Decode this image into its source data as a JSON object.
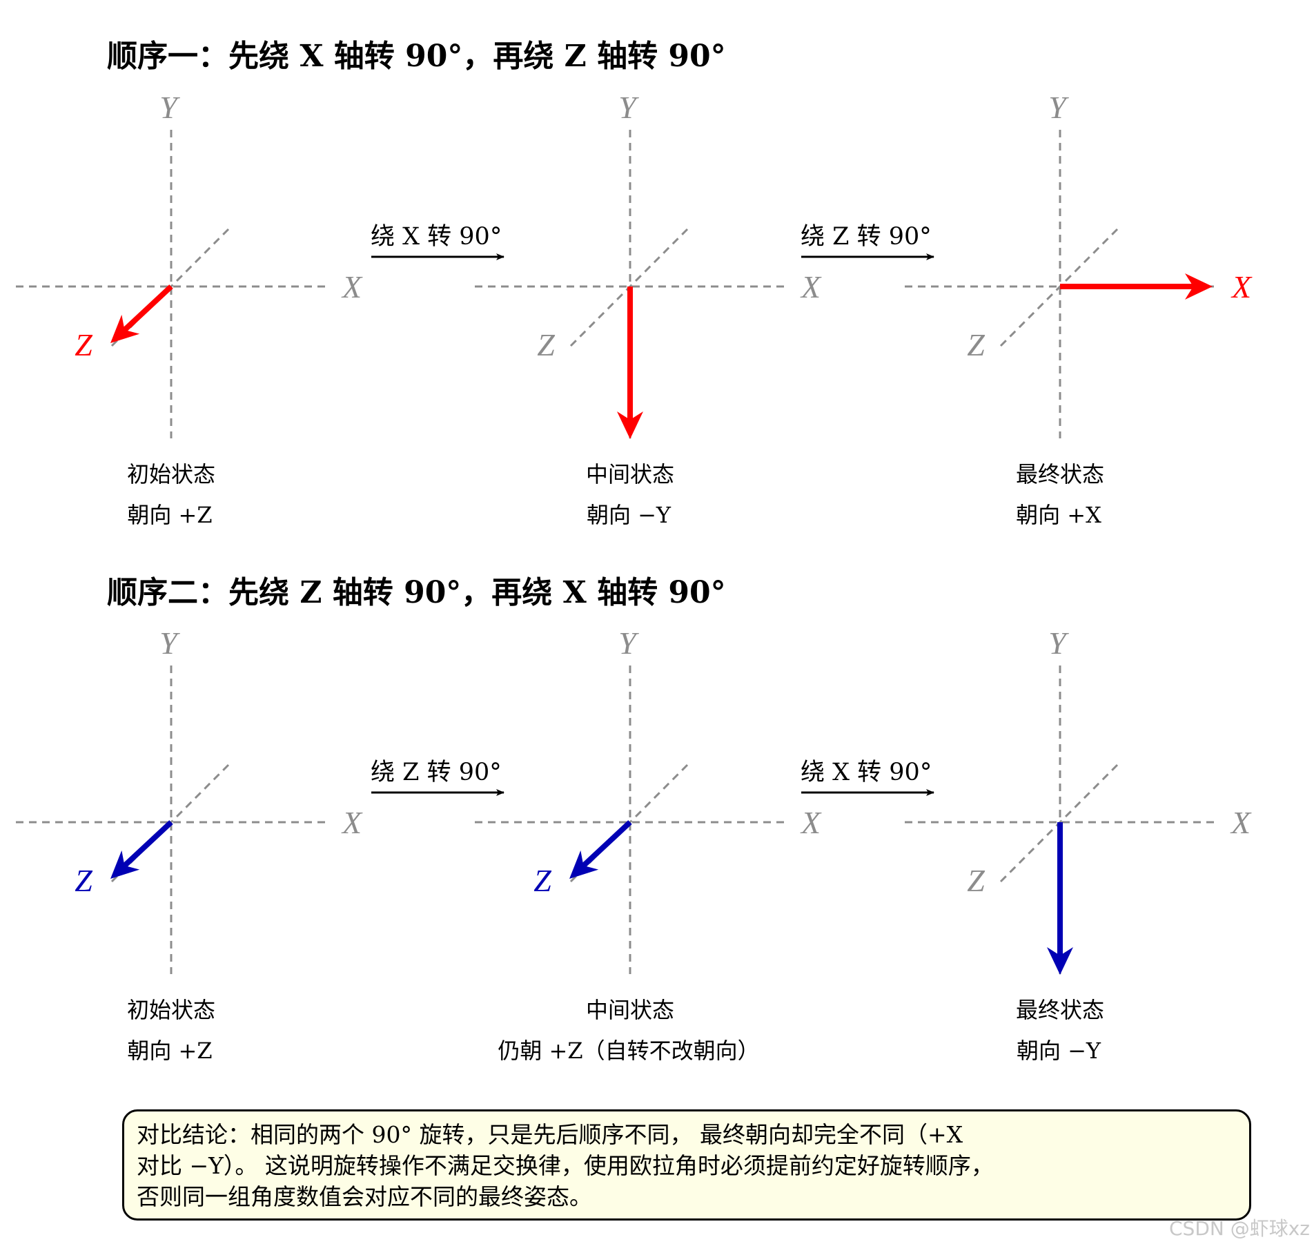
{
  "sequence1": {
    "title": "顺序一：先绕 X 轴转 90°，再绕 Z 轴转 90°",
    "vector_color": "#ff0000",
    "step1": "绕 X 转 90°",
    "step2": "绕 Z 转 90°",
    "panels": [
      {
        "state": "初始状态",
        "facing": "朝向 +Z",
        "vector": "+Z"
      },
      {
        "state": "中间状态",
        "facing": "朝向 −Y",
        "vector": "-Y"
      },
      {
        "state": "最终状态",
        "facing": "朝向 +X",
        "vector": "+X"
      }
    ]
  },
  "sequence2": {
    "title": "顺序二：先绕 Z 轴转 90°，再绕 X 轴转 90°",
    "vector_color": "#0000b4",
    "step1": "绕 Z 转 90°",
    "step2": "绕 X 转 90°",
    "panels": [
      {
        "state": "初始状态",
        "facing": "朝向 +Z",
        "vector": "+Z"
      },
      {
        "state": "中间状态",
        "facing": "仍朝 +Z（自转不改朝向）",
        "vector": "+Z"
      },
      {
        "state": "最终状态",
        "facing": "朝向 −Y",
        "vector": "-Y"
      }
    ]
  },
  "axes": {
    "x": "X",
    "y": "Y",
    "z": "Z",
    "color": "#8c8c8c"
  },
  "conclusion": {
    "line1": "对比结论：相同的两个 90° 旋转，只是先后顺序不同， 最终朝向却完全不同（+X",
    "line2": "对比 −Y）。 这说明旋转操作不满足交换律，使用欧拉角时必须提前约定好旋转顺序，",
    "line3": "否则同一组角度数值会对应不同的最终姿态。"
  },
  "watermark": "CSDN @虾球xz"
}
